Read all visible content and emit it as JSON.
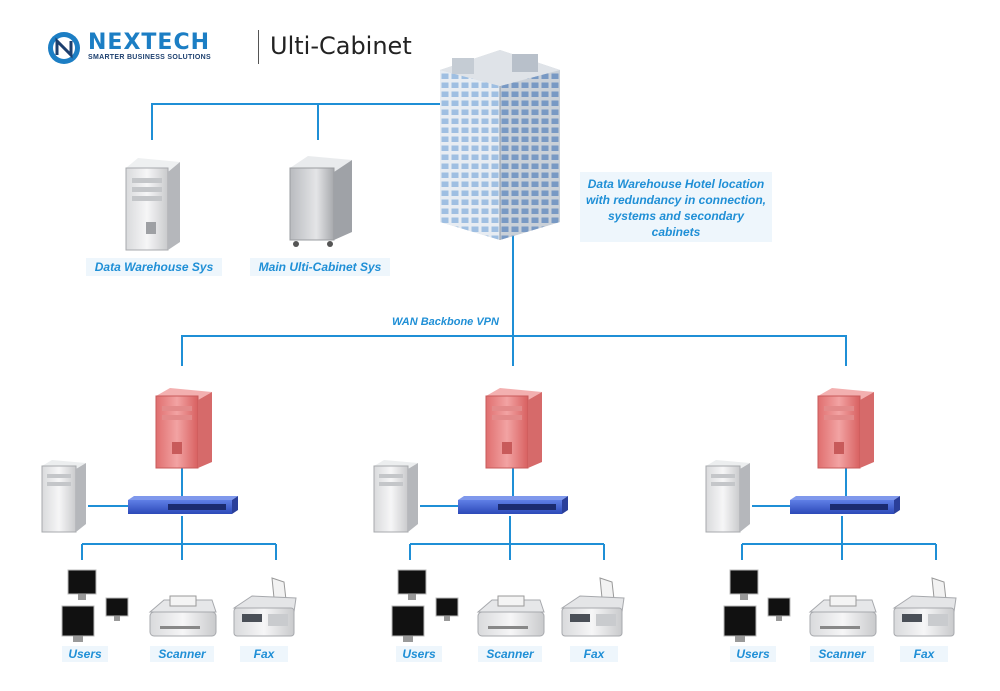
{
  "brand": {
    "name": "NEXTECH",
    "tagline": "SMARTER BUSINESS SOLUTIONS",
    "product": "Ulti-Cabinet"
  },
  "top": {
    "data_warehouse_label": "Data Warehouse Sys",
    "main_cabinet_label": "Main Ulti-Cabinet Sys",
    "hotel_description": "Data Warehouse Hotel location with redundancy in connection, systems and secondary cabinets"
  },
  "backbone_label": "WAN Backbone VPN",
  "sites": [
    {
      "users_label": "Users",
      "scanner_label": "Scanner",
      "fax_label": "Fax"
    },
    {
      "users_label": "Users",
      "scanner_label": "Scanner",
      "fax_label": "Fax"
    },
    {
      "users_label": "Users",
      "scanner_label": "Scanner",
      "fax_label": "Fax"
    }
  ],
  "colors": {
    "connector": "#1f8fd6",
    "label_text": "#1f8fd6",
    "label_bg": "#eef6fc",
    "brand_blue": "#1c7ec4",
    "site_server": "#e98787",
    "switch": "#3a5bd0"
  }
}
